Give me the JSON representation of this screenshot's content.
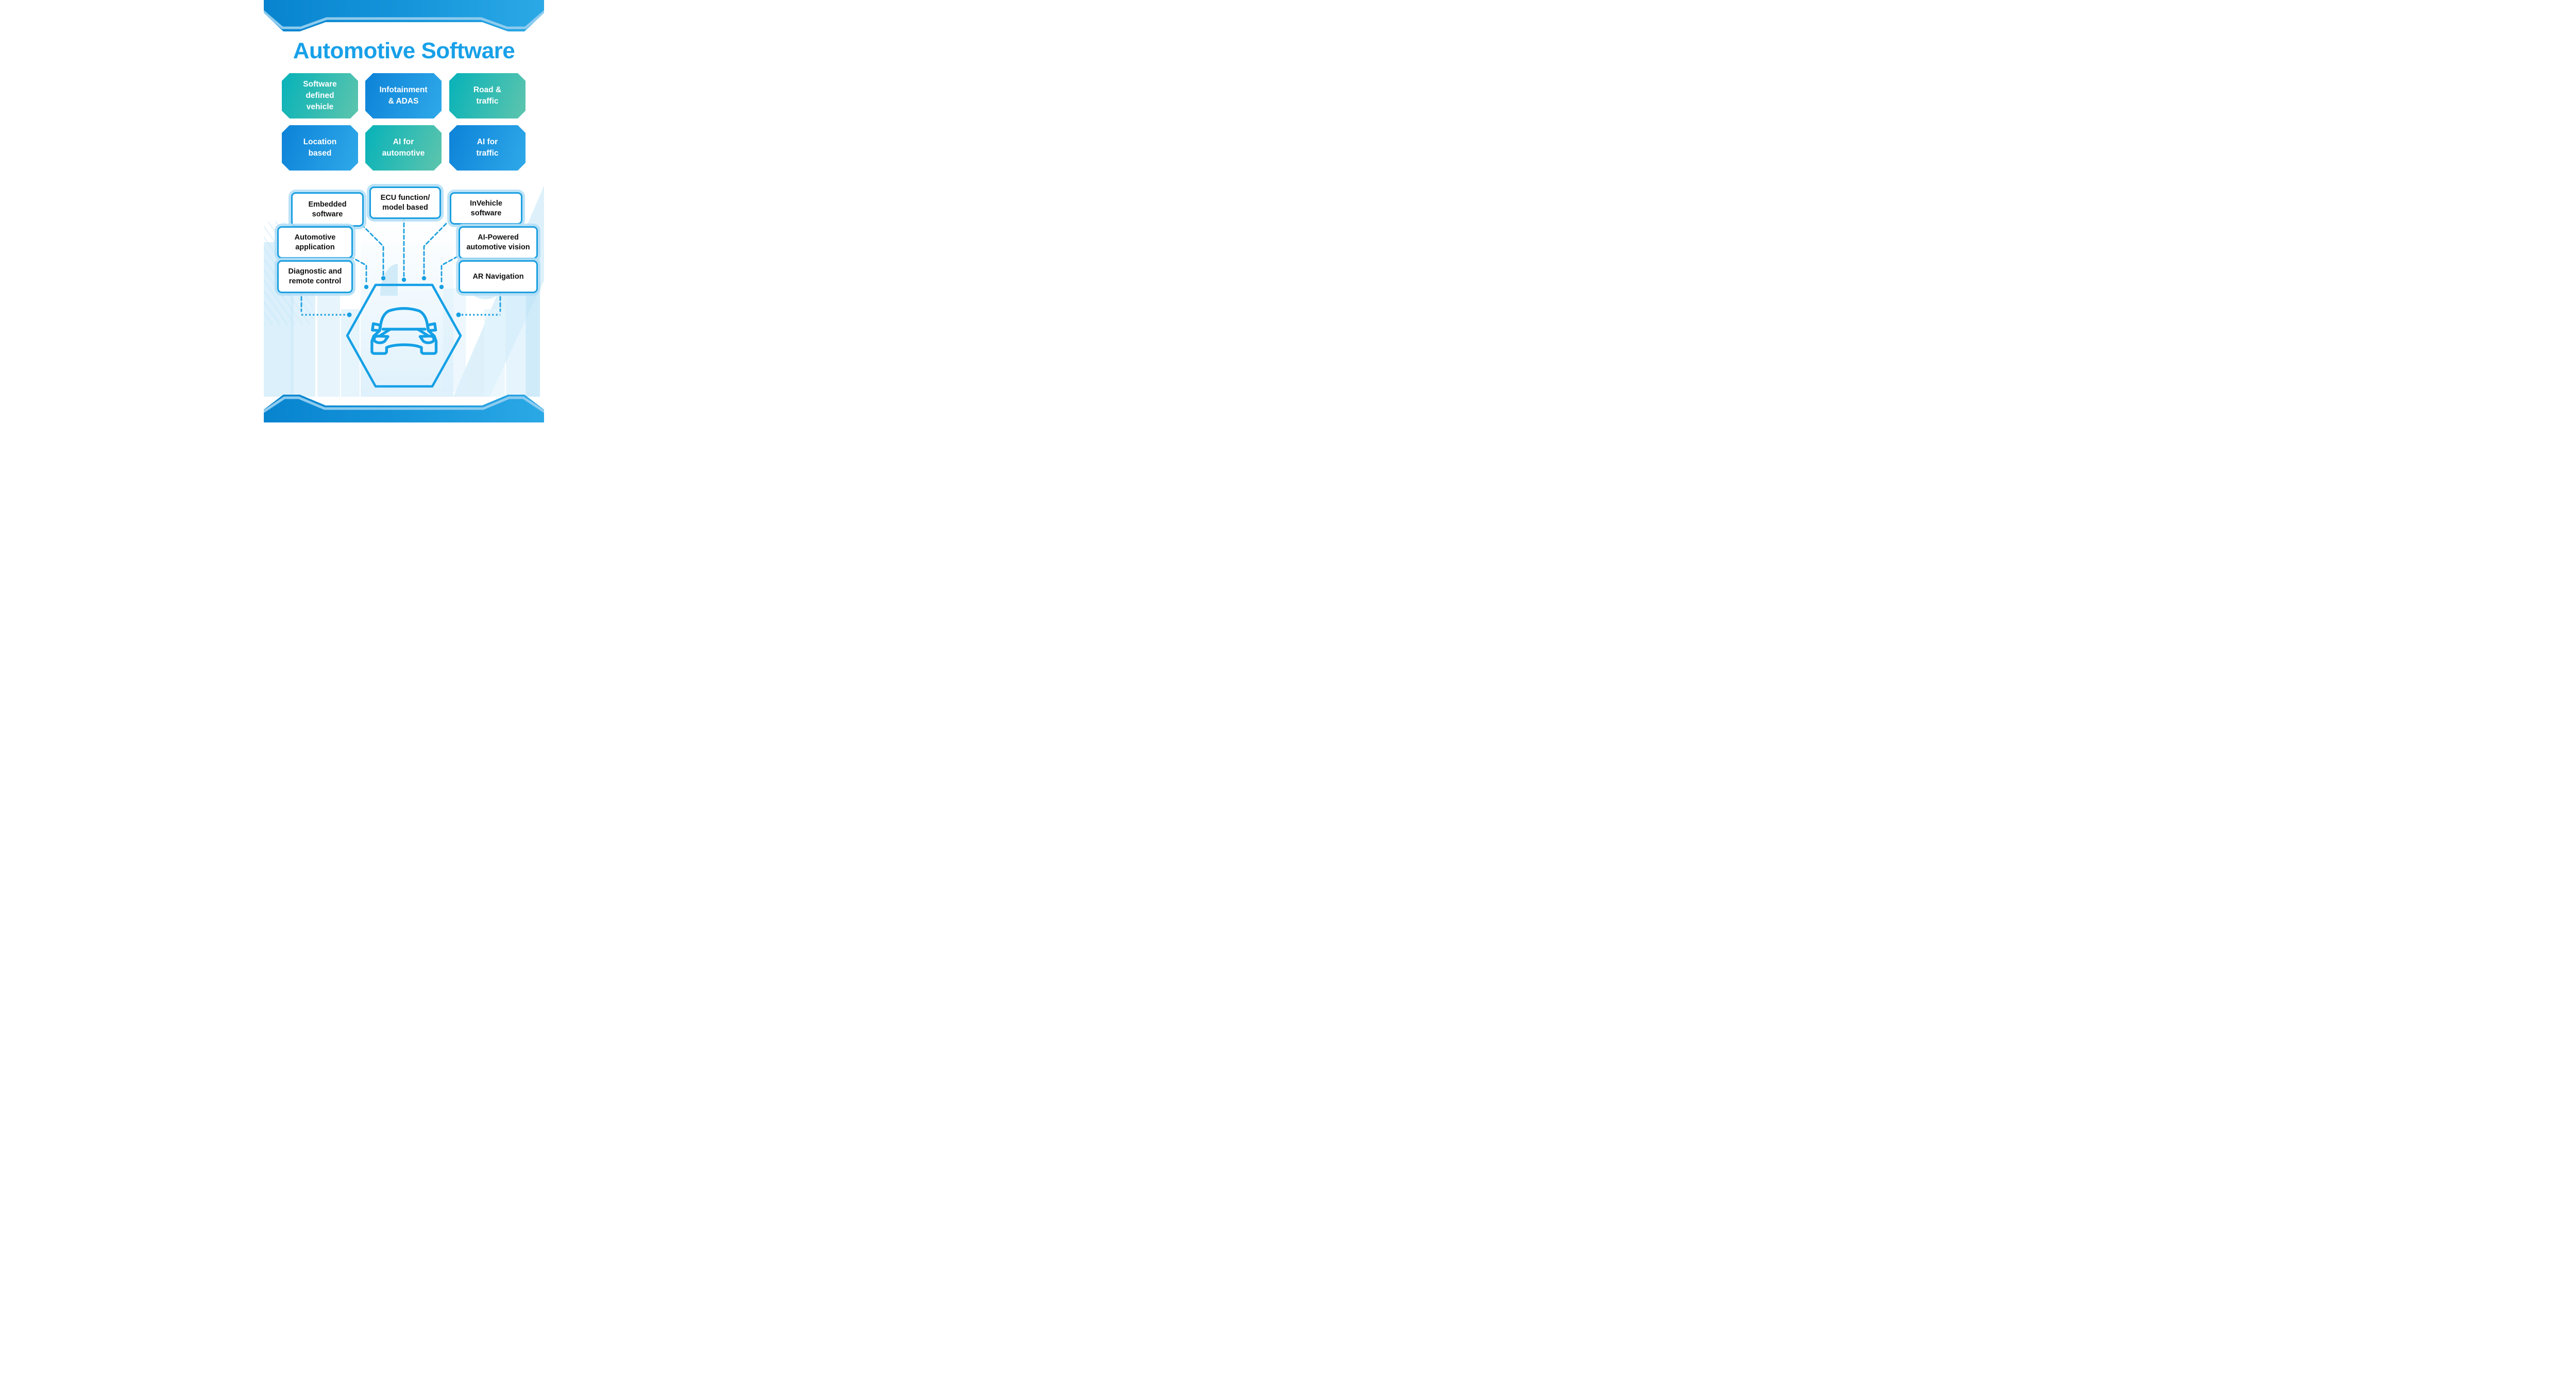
{
  "title": "Automotive Software",
  "colors": {
    "accent_blue": "#18a0e8",
    "bar_gradient_start": "#0884cf",
    "bar_gradient_end": "#2ba9e6",
    "bar_stripe": "#8fcbee",
    "teal_gradient_start": "#06b2b9",
    "teal_gradient_end": "#5ec5ad",
    "blue_gradient_start": "#0d82d8",
    "blue_gradient_end": "#2fa9e9",
    "box_border": "#1a9fe0",
    "connector_blue": "#1b9fdf",
    "text_dark": "#101010"
  },
  "category_buttons": [
    {
      "label": "Software\ndefined\nvehicle",
      "variant": "teal"
    },
    {
      "label": "Infotainment\n& ADAS",
      "variant": "blue"
    },
    {
      "label": "Road &\ntraffic",
      "variant": "teal"
    },
    {
      "label": "Location\nbased",
      "variant": "blue"
    },
    {
      "label": "AI for\nautomotive",
      "variant": "teal"
    },
    {
      "label": "AI for\ntraffic",
      "variant": "blue"
    }
  ],
  "feature_boxes": [
    {
      "label": "Embedded\nsoftware"
    },
    {
      "label": "ECU function/\nmodel based"
    },
    {
      "label": "InVehicle\nsoftware"
    },
    {
      "label": "Automotive\napplication"
    },
    {
      "label": "AI-Powered\nautomotive vision"
    },
    {
      "label": "Diagnostic and\nremote control"
    },
    {
      "label": "AR Navigation"
    }
  ],
  "center_icon": "car-front-icon"
}
